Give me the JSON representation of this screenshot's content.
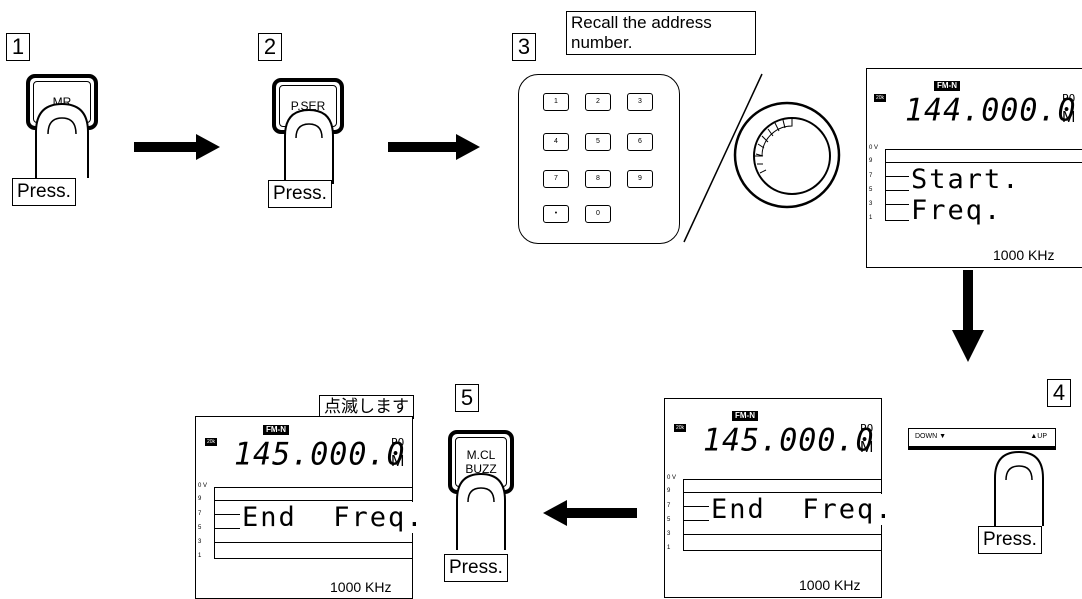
{
  "steps": {
    "s1": {
      "num": "1",
      "key": "MR",
      "action": "Press."
    },
    "s2": {
      "num": "2",
      "key": "P.SER",
      "action": "Press."
    },
    "s3": {
      "num": "3",
      "caption_line1": "Recall the address",
      "caption_line2": "number.",
      "keypad": [
        "1",
        "2",
        "3",
        "4",
        "5",
        "6",
        "7",
        "8",
        "9",
        "•",
        "0"
      ]
    },
    "s4": {
      "num": "4",
      "down": "DOWN ▼",
      "up": "▲UP",
      "action": "Press."
    },
    "s5": {
      "num": "5",
      "key_line1": "M.CL",
      "key_line2": "BUZZ",
      "action": "Press.",
      "blink_note": "点滅します"
    }
  },
  "displays": {
    "start": {
      "mode": "FM-N",
      "step": "20k",
      "freq": "144.000.0",
      "suffix": "PO",
      "m": "M",
      "msg": "Start. Freq.",
      "khz": "1000 KHz"
    },
    "end1": {
      "mode": "FM-N",
      "step": "20k",
      "freq": "145.000.0",
      "suffix": "PO",
      "m": "M",
      "msg": "End  Freq.",
      "khz": "1000 KHz"
    },
    "end2": {
      "mode": "FM-N",
      "step": "20k",
      "freq": "145.000.0",
      "suffix": "PO",
      "m": "M",
      "msg": "End  Freq.",
      "khz": "1000 KHz"
    }
  },
  "scale": [
    "0 V",
    "9",
    "7",
    "5",
    "3",
    "1"
  ]
}
